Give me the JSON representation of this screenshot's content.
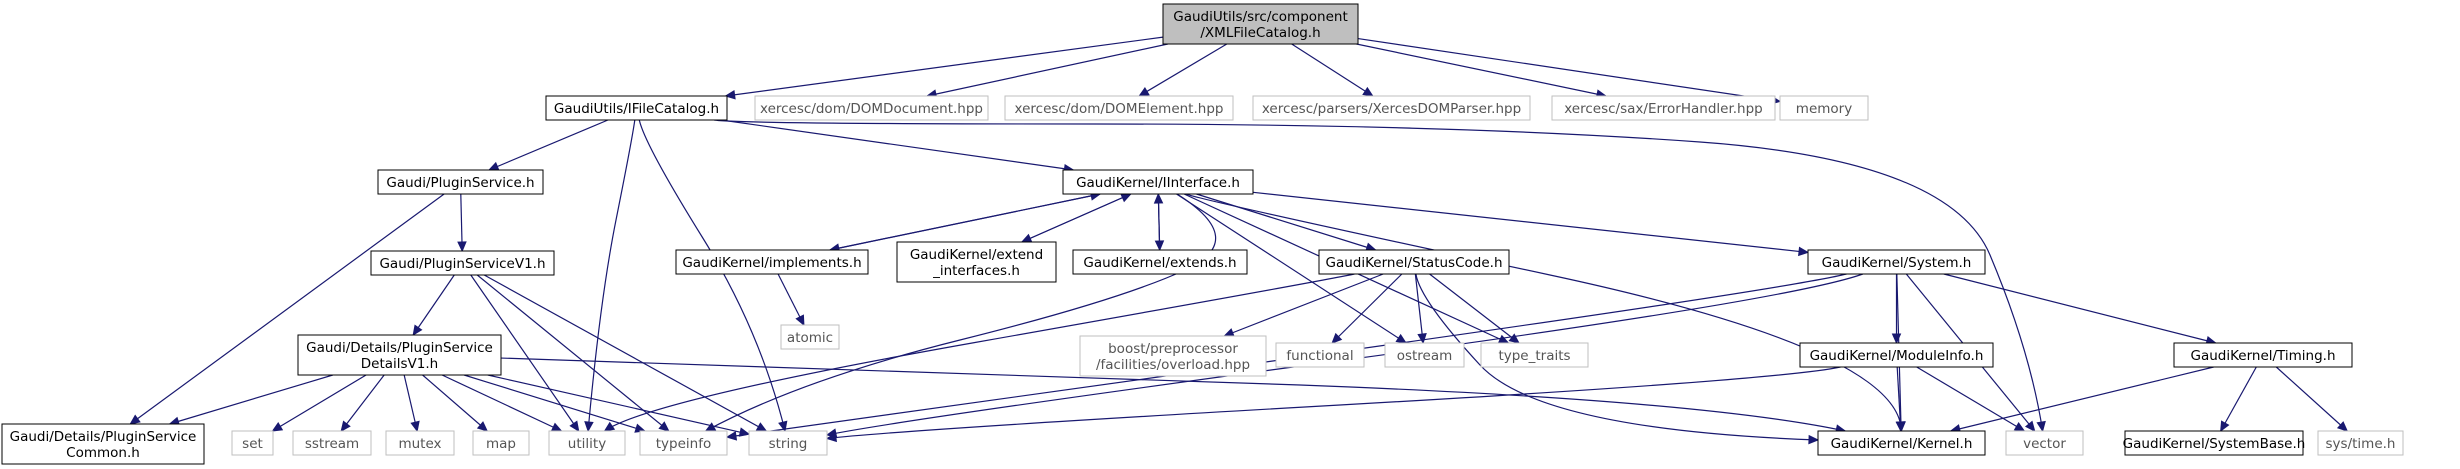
{
  "colors": {
    "edge": "#191970",
    "border_local": "#000000",
    "border_system": "#bfbfbf",
    "text_local": "#000000",
    "text_system": "#555555",
    "root_fill": "#bfbfbf",
    "node_fill": "#ffffff"
  },
  "nodes": [
    {
      "id": "xmlfilecatalog",
      "lines": [
        "GaudiUtils/src/component",
        "/XMLFileCatalog.h"
      ],
      "kind": "root"
    },
    {
      "id": "ifilecatalog",
      "lines": [
        "GaudiUtils/IFileCatalog.h"
      ],
      "kind": "local"
    },
    {
      "id": "domdocument",
      "lines": [
        "xercesc/dom/DOMDocument.hpp"
      ],
      "kind": "system"
    },
    {
      "id": "domelement",
      "lines": [
        "xercesc/dom/DOMElement.hpp"
      ],
      "kind": "system"
    },
    {
      "id": "xercesdomparser",
      "lines": [
        "xercesc/parsers/XercesDOMParser.hpp"
      ],
      "kind": "system"
    },
    {
      "id": "errorhandler",
      "lines": [
        "xercesc/sax/ErrorHandler.hpp"
      ],
      "kind": "system"
    },
    {
      "id": "memory",
      "lines": [
        "memory"
      ],
      "kind": "system"
    },
    {
      "id": "pluginservice",
      "lines": [
        "Gaudi/PluginService.h"
      ],
      "kind": "local"
    },
    {
      "id": "iinterface",
      "lines": [
        "GaudiKernel/IInterface.h"
      ],
      "kind": "local"
    },
    {
      "id": "pluginservicev1",
      "lines": [
        "Gaudi/PluginServiceV1.h"
      ],
      "kind": "local"
    },
    {
      "id": "implements",
      "lines": [
        "GaudiKernel/implements.h"
      ],
      "kind": "local"
    },
    {
      "id": "extend_interfaces",
      "lines": [
        "GaudiKernel/extend",
        "_interfaces.h"
      ],
      "kind": "local"
    },
    {
      "id": "extends",
      "lines": [
        "GaudiKernel/extends.h"
      ],
      "kind": "local"
    },
    {
      "id": "statuscode",
      "lines": [
        "GaudiKernel/StatusCode.h"
      ],
      "kind": "local"
    },
    {
      "id": "system",
      "lines": [
        "GaudiKernel/System.h"
      ],
      "kind": "local"
    },
    {
      "id": "atomic",
      "lines": [
        "atomic"
      ],
      "kind": "system"
    },
    {
      "id": "detailsv1",
      "lines": [
        "Gaudi/Details/PluginService",
        "DetailsV1.h"
      ],
      "kind": "local"
    },
    {
      "id": "boostoverload",
      "lines": [
        "boost/preprocessor",
        "/facilities/overload.hpp"
      ],
      "kind": "system"
    },
    {
      "id": "functional",
      "lines": [
        "functional"
      ],
      "kind": "system"
    },
    {
      "id": "ostream",
      "lines": [
        "ostream"
      ],
      "kind": "system"
    },
    {
      "id": "type_traits",
      "lines": [
        "type_traits"
      ],
      "kind": "system"
    },
    {
      "id": "moduleinfo",
      "lines": [
        "GaudiKernel/ModuleInfo.h"
      ],
      "kind": "local"
    },
    {
      "id": "timing",
      "lines": [
        "GaudiKernel/Timing.h"
      ],
      "kind": "local"
    },
    {
      "id": "common",
      "lines": [
        "Gaudi/Details/PluginService",
        "Common.h"
      ],
      "kind": "local"
    },
    {
      "id": "set",
      "lines": [
        "set"
      ],
      "kind": "system"
    },
    {
      "id": "sstream",
      "lines": [
        "sstream"
      ],
      "kind": "system"
    },
    {
      "id": "mutex",
      "lines": [
        "mutex"
      ],
      "kind": "system"
    },
    {
      "id": "map",
      "lines": [
        "map"
      ],
      "kind": "system"
    },
    {
      "id": "utility",
      "lines": [
        "utility"
      ],
      "kind": "system"
    },
    {
      "id": "typeinfo",
      "lines": [
        "typeinfo"
      ],
      "kind": "system"
    },
    {
      "id": "string",
      "lines": [
        "string"
      ],
      "kind": "system"
    },
    {
      "id": "kernel",
      "lines": [
        "GaudiKernel/Kernel.h"
      ],
      "kind": "local"
    },
    {
      "id": "vector",
      "lines": [
        "vector"
      ],
      "kind": "system"
    },
    {
      "id": "systembase",
      "lines": [
        "GaudiKernel/SystemBase.h"
      ],
      "kind": "local"
    },
    {
      "id": "systime",
      "lines": [
        "sys/time.h"
      ],
      "kind": "system"
    }
  ],
  "edges": [
    [
      "xmlfilecatalog",
      "ifilecatalog"
    ],
    [
      "xmlfilecatalog",
      "domdocument"
    ],
    [
      "xmlfilecatalog",
      "domelement"
    ],
    [
      "xmlfilecatalog",
      "xercesdomparser"
    ],
    [
      "xmlfilecatalog",
      "errorhandler"
    ],
    [
      "xmlfilecatalog",
      "memory"
    ],
    [
      "ifilecatalog",
      "pluginservice"
    ],
    [
      "ifilecatalog",
      "iinterface"
    ],
    [
      "ifilecatalog",
      "utility"
    ],
    [
      "ifilecatalog",
      "string"
    ],
    [
      "ifilecatalog",
      "vector"
    ],
    [
      "pluginservice",
      "pluginservicev1"
    ],
    [
      "pluginservice",
      "common"
    ],
    [
      "pluginservicev1",
      "detailsv1"
    ],
    [
      "pluginservicev1",
      "string"
    ],
    [
      "pluginservicev1",
      "typeinfo"
    ],
    [
      "pluginservicev1",
      "utility"
    ],
    [
      "detailsv1",
      "common"
    ],
    [
      "detailsv1",
      "set"
    ],
    [
      "detailsv1",
      "sstream"
    ],
    [
      "detailsv1",
      "mutex"
    ],
    [
      "detailsv1",
      "map"
    ],
    [
      "detailsv1",
      "utility"
    ],
    [
      "detailsv1",
      "typeinfo"
    ],
    [
      "detailsv1",
      "string"
    ],
    [
      "detailsv1",
      "kernel"
    ],
    [
      "iinterface",
      "implements"
    ],
    [
      "iinterface",
      "extend_interfaces"
    ],
    [
      "iinterface",
      "extends"
    ],
    [
      "iinterface",
      "statuscode"
    ],
    [
      "iinterface",
      "system"
    ],
    [
      "iinterface",
      "kernel"
    ],
    [
      "iinterface",
      "typeinfo"
    ],
    [
      "iinterface",
      "ostream"
    ],
    [
      "iinterface",
      "type_traits"
    ],
    [
      "implements",
      "iinterface"
    ],
    [
      "implements",
      "atomic"
    ],
    [
      "extend_interfaces",
      "iinterface"
    ],
    [
      "extends",
      "iinterface"
    ],
    [
      "statuscode",
      "boostoverload"
    ],
    [
      "statuscode",
      "functional"
    ],
    [
      "statuscode",
      "ostream"
    ],
    [
      "statuscode",
      "type_traits"
    ],
    [
      "statuscode",
      "kernel"
    ],
    [
      "statuscode",
      "utility"
    ],
    [
      "system",
      "moduleinfo"
    ],
    [
      "system",
      "timing"
    ],
    [
      "system",
      "kernel"
    ],
    [
      "system",
      "string"
    ],
    [
      "system",
      "typeinfo"
    ],
    [
      "system",
      "vector"
    ],
    [
      "moduleinfo",
      "kernel"
    ],
    [
      "moduleinfo",
      "string"
    ],
    [
      "moduleinfo",
      "vector"
    ],
    [
      "timing",
      "kernel"
    ],
    [
      "timing",
      "systembase"
    ],
    [
      "timing",
      "systime"
    ]
  ]
}
